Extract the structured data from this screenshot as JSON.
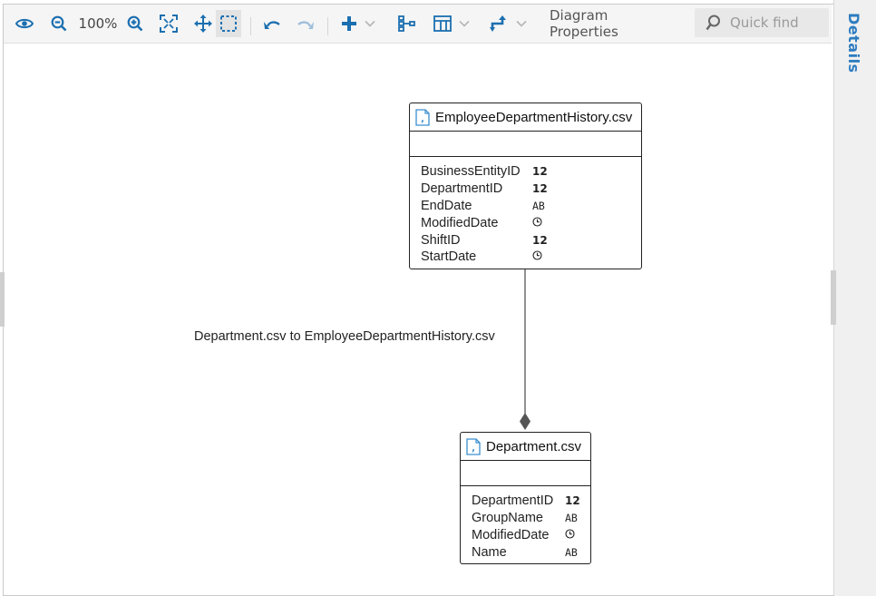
{
  "toolbar": {
    "zoom_level": "100%",
    "diagram_properties_label": "Diagram Properties",
    "quick_find_placeholder": "Quick find",
    "icons": [
      "eye-icon",
      "zoom-out-icon",
      "zoom-in-icon",
      "fit-to-screen-icon",
      "pan-icon",
      "select-area-icon",
      "undo-icon",
      "redo-icon",
      "add-icon",
      "chevron-down-icon",
      "auto-layout-icon",
      "table-layout-icon",
      "connector-icon",
      "search-icon"
    ]
  },
  "side_panel": {
    "details_label": "Details"
  },
  "diagram": {
    "relationship_label": "Department.csv to EmployeeDepartmentHistory.csv",
    "entities": [
      {
        "name": "EmployeeDepartmentHistory.csv",
        "icon": "csv-file-icon",
        "fields": [
          {
            "name": "BusinessEntityID",
            "type": "12"
          },
          {
            "name": "DepartmentID",
            "type": "12"
          },
          {
            "name": "EndDate",
            "type": "AB"
          },
          {
            "name": "ModifiedDate",
            "type": "clock"
          },
          {
            "name": "ShiftID",
            "type": "12"
          },
          {
            "name": "StartDate",
            "type": "clock"
          }
        ]
      },
      {
        "name": "Department.csv",
        "icon": "csv-file-icon",
        "fields": [
          {
            "name": "DepartmentID",
            "type": "12"
          },
          {
            "name": "GroupName",
            "type": "AB"
          },
          {
            "name": "ModifiedDate",
            "type": "clock"
          },
          {
            "name": "Name",
            "type": "AB"
          }
        ]
      }
    ]
  },
  "colors": {
    "accent": "#1c6fb0",
    "details_tab": "#2d7cc0",
    "toolbar_bg": "#f5f5f5"
  }
}
